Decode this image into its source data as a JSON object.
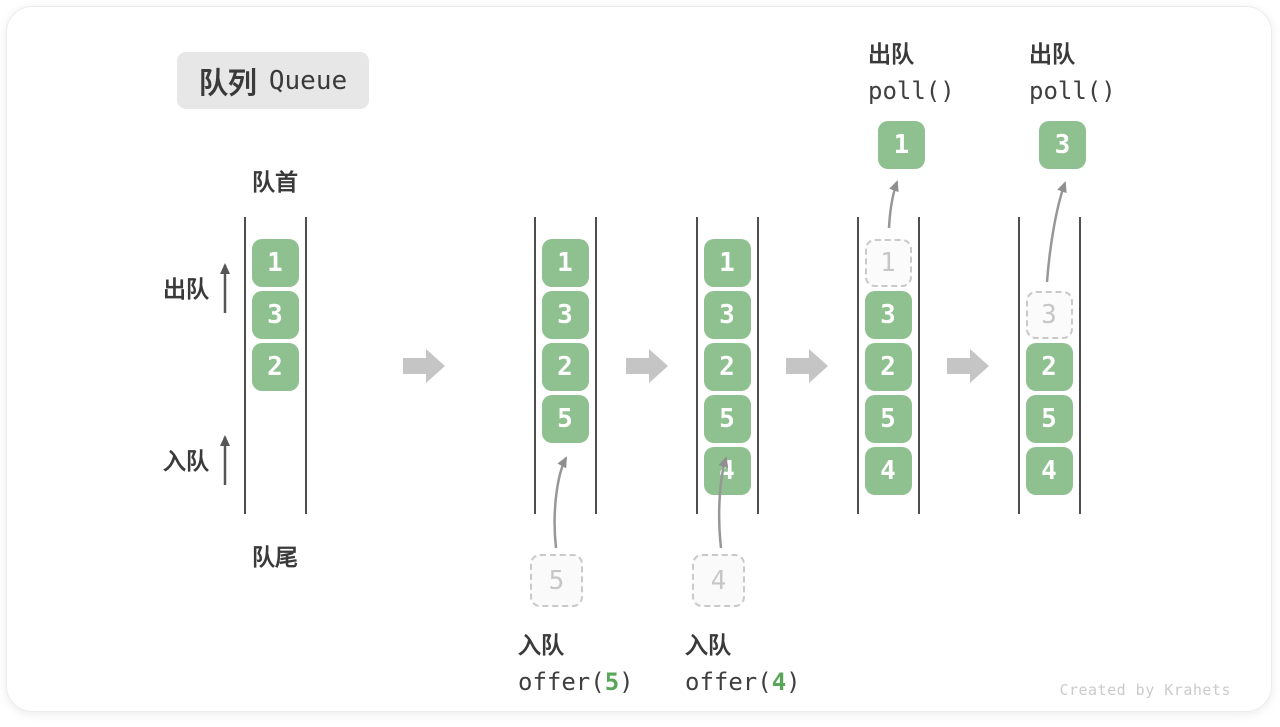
{
  "title": {
    "zh": "队列",
    "en": "Queue"
  },
  "labels": {
    "front": "队首",
    "rear": "队尾",
    "dequeue": "出队",
    "enqueue": "入队"
  },
  "watermark": "Created by Krahets",
  "colors": {
    "box_green": "#8FC08F",
    "code_green": "#58A758",
    "block_arrow_gray": "#C5C5C5",
    "curve_arrow_gray": "#999999",
    "label_arrow_dark": "#565656",
    "ghost_gray": "#C9C9C9",
    "queue_line": "#4E4E4E",
    "title_bg": "#E7E7E7",
    "text": "#3C3C3C"
  },
  "operations": {
    "dequeue": [
      {
        "label": "出队",
        "code": "poll()"
      },
      {
        "label": "出队",
        "code": "poll()"
      }
    ],
    "enqueue": [
      {
        "label": "入队",
        "prefix": "offer(",
        "arg": "5",
        "suffix": ")"
      },
      {
        "label": "入队",
        "prefix": "offer(",
        "arg": "4",
        "suffix": ")"
      }
    ]
  },
  "diagram": {
    "queues": [
      {
        "cells": [
          {
            "slot": 0,
            "value": "1",
            "ghost": false
          },
          {
            "slot": 1,
            "value": "3",
            "ghost": false
          },
          {
            "slot": 2,
            "value": "2",
            "ghost": false
          }
        ]
      },
      {
        "cells": [
          {
            "slot": 0,
            "value": "1",
            "ghost": false
          },
          {
            "slot": 1,
            "value": "3",
            "ghost": false
          },
          {
            "slot": 2,
            "value": "2",
            "ghost": false
          },
          {
            "slot": 3,
            "value": "5",
            "ghost": false
          }
        ],
        "incoming": "5"
      },
      {
        "cells": [
          {
            "slot": 0,
            "value": "1",
            "ghost": false
          },
          {
            "slot": 1,
            "value": "3",
            "ghost": false
          },
          {
            "slot": 2,
            "value": "2",
            "ghost": false
          },
          {
            "slot": 3,
            "value": "5",
            "ghost": false
          },
          {
            "slot": 4,
            "value": "4",
            "ghost": false
          }
        ],
        "incoming": "4"
      },
      {
        "cells": [
          {
            "slot": 0,
            "value": "1",
            "ghost": true
          },
          {
            "slot": 1,
            "value": "3",
            "ghost": false
          },
          {
            "slot": 2,
            "value": "2",
            "ghost": false
          },
          {
            "slot": 3,
            "value": "5",
            "ghost": false
          },
          {
            "slot": 4,
            "value": "4",
            "ghost": false
          }
        ],
        "popped": "1"
      },
      {
        "cells": [
          {
            "slot": 1,
            "value": "3",
            "ghost": true
          },
          {
            "slot": 2,
            "value": "2",
            "ghost": false
          },
          {
            "slot": 3,
            "value": "5",
            "ghost": false
          },
          {
            "slot": 4,
            "value": "4",
            "ghost": false
          }
        ],
        "popped": "3"
      }
    ]
  }
}
